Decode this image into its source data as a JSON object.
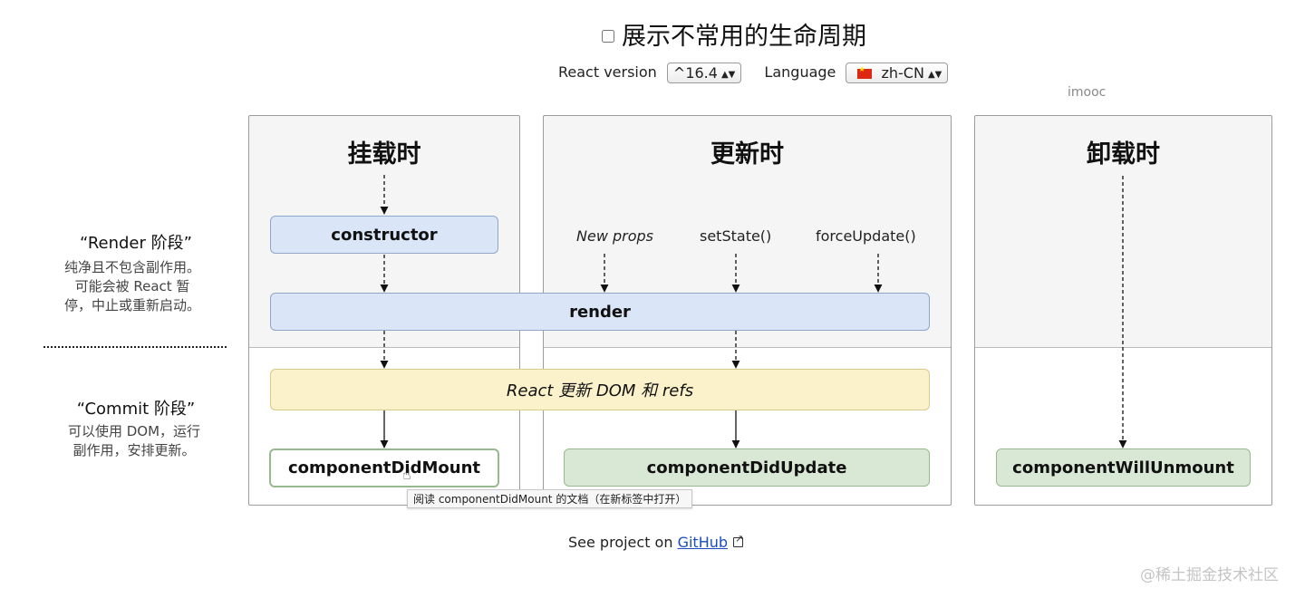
{
  "header": {
    "checkbox_label": "展示不常用的生命周期",
    "react_version_label": "React version",
    "react_version_value": "^16.4",
    "language_label": "Language",
    "language_value": "zh-CN",
    "imooc": "imooc"
  },
  "stages": {
    "render_title": "“Render 阶段”",
    "render_desc_1": "纯净且不包含副作用。",
    "render_desc_2": "可能会被 React 暂",
    "render_desc_3": "停，中止或重新启动。",
    "commit_title": "“Commit 阶段”",
    "commit_desc_1": "可以使用 DOM，运行",
    "commit_desc_2": "副作用，安排更新。"
  },
  "columns": {
    "mount_title": "挂载时",
    "update_title": "更新时",
    "unmount_title": "卸载时"
  },
  "boxes": {
    "constructor": "constructor",
    "render": "render",
    "react_update_dom": "React 更新 DOM 和 refs",
    "component_did_mount": "componentDidMount",
    "component_did_update": "componentDidUpdate",
    "component_will_unmount": "componentWillUnmount"
  },
  "triggers": {
    "new_props": "New props",
    "set_state": "setState()",
    "force_update": "forceUpdate()"
  },
  "tooltip": "阅读 componentDidMount 的文档（在新标签中打开）",
  "footer": {
    "prefix": "See project on",
    "link": "GitHub"
  },
  "watermark": "@稀土掘金技术社区",
  "colors": {
    "blue_box": "#dae6f7",
    "yellow_box": "#fbf1ca",
    "green_box": "#d9e7d5"
  }
}
